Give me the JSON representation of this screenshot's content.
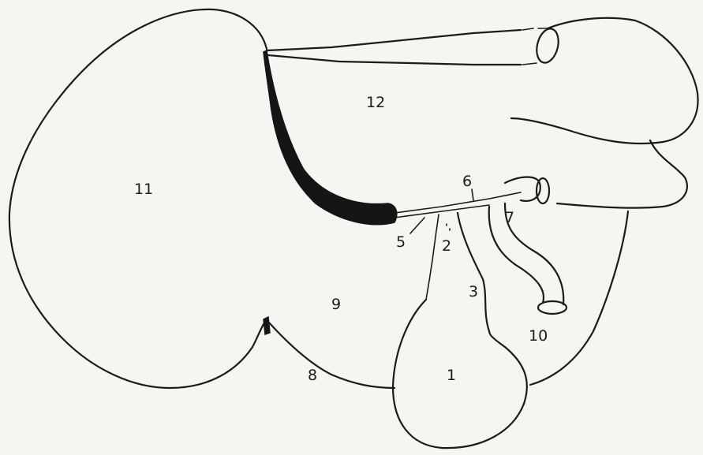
{
  "labels": {
    "gallbladder": "1",
    "label_2": "2",
    "label_3": "3",
    "label_5": "5",
    "label_6": "6",
    "label_7": "7",
    "label_8": "8",
    "label_9": "9",
    "label_10": "10",
    "label_11": "11",
    "label_12": "12"
  },
  "colors": {
    "ink": "#1b1b1b",
    "paper": "#f6f5f1"
  }
}
